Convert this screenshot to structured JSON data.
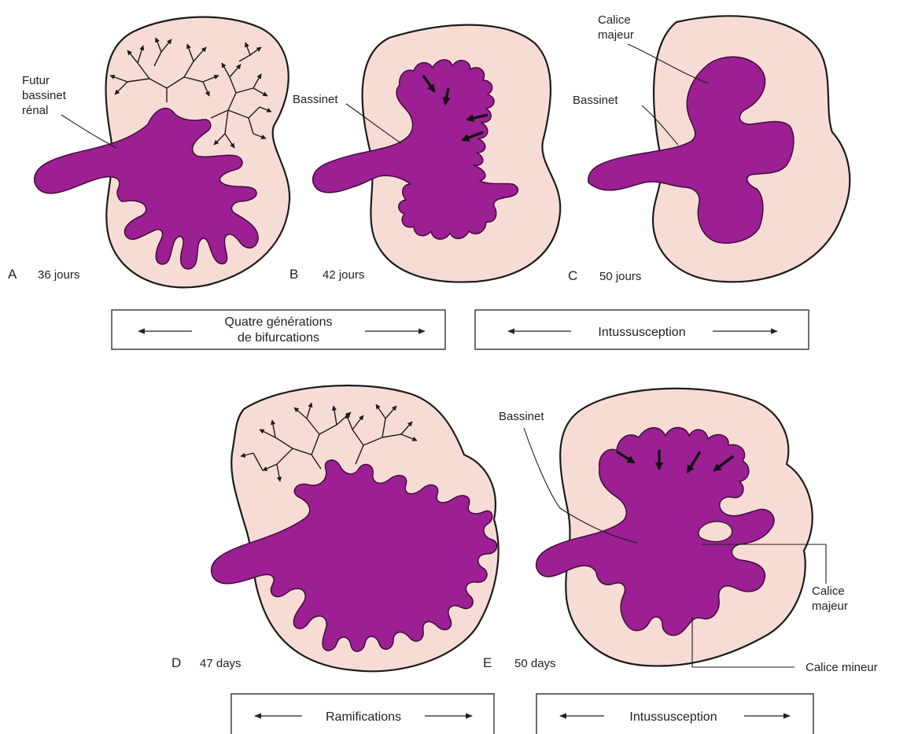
{
  "panels": {
    "A": {
      "letter": "A",
      "age": "36 jours",
      "label_lines": [
        "Futur",
        "bassinet",
        "rénal"
      ]
    },
    "B": {
      "letter": "B",
      "age": "42 jours",
      "label": "Bassinet"
    },
    "C": {
      "letter": "C",
      "age": "50 jours",
      "label_top_lines": [
        "Calice",
        "majeur"
      ],
      "label_pelvis": "Bassinet"
    },
    "D": {
      "letter": "D",
      "age": "47 days"
    },
    "E": {
      "letter": "E",
      "age": "50 days",
      "label_pelvis": "Bassinet",
      "label_major_lines": [
        "Calice",
        "majeur"
      ],
      "label_minor": "Calice mineur"
    }
  },
  "process_boxes": {
    "top_left": [
      "Quatre générations",
      "de bifurcations"
    ],
    "top_right": "Intussusception",
    "bottom_left": "Ramifications",
    "bottom_right": "Intussusception"
  },
  "colors": {
    "kidney_fill": "#f7dcd5",
    "pelvis_fill": "#9c1f93",
    "outline": "#1c1c1c"
  }
}
